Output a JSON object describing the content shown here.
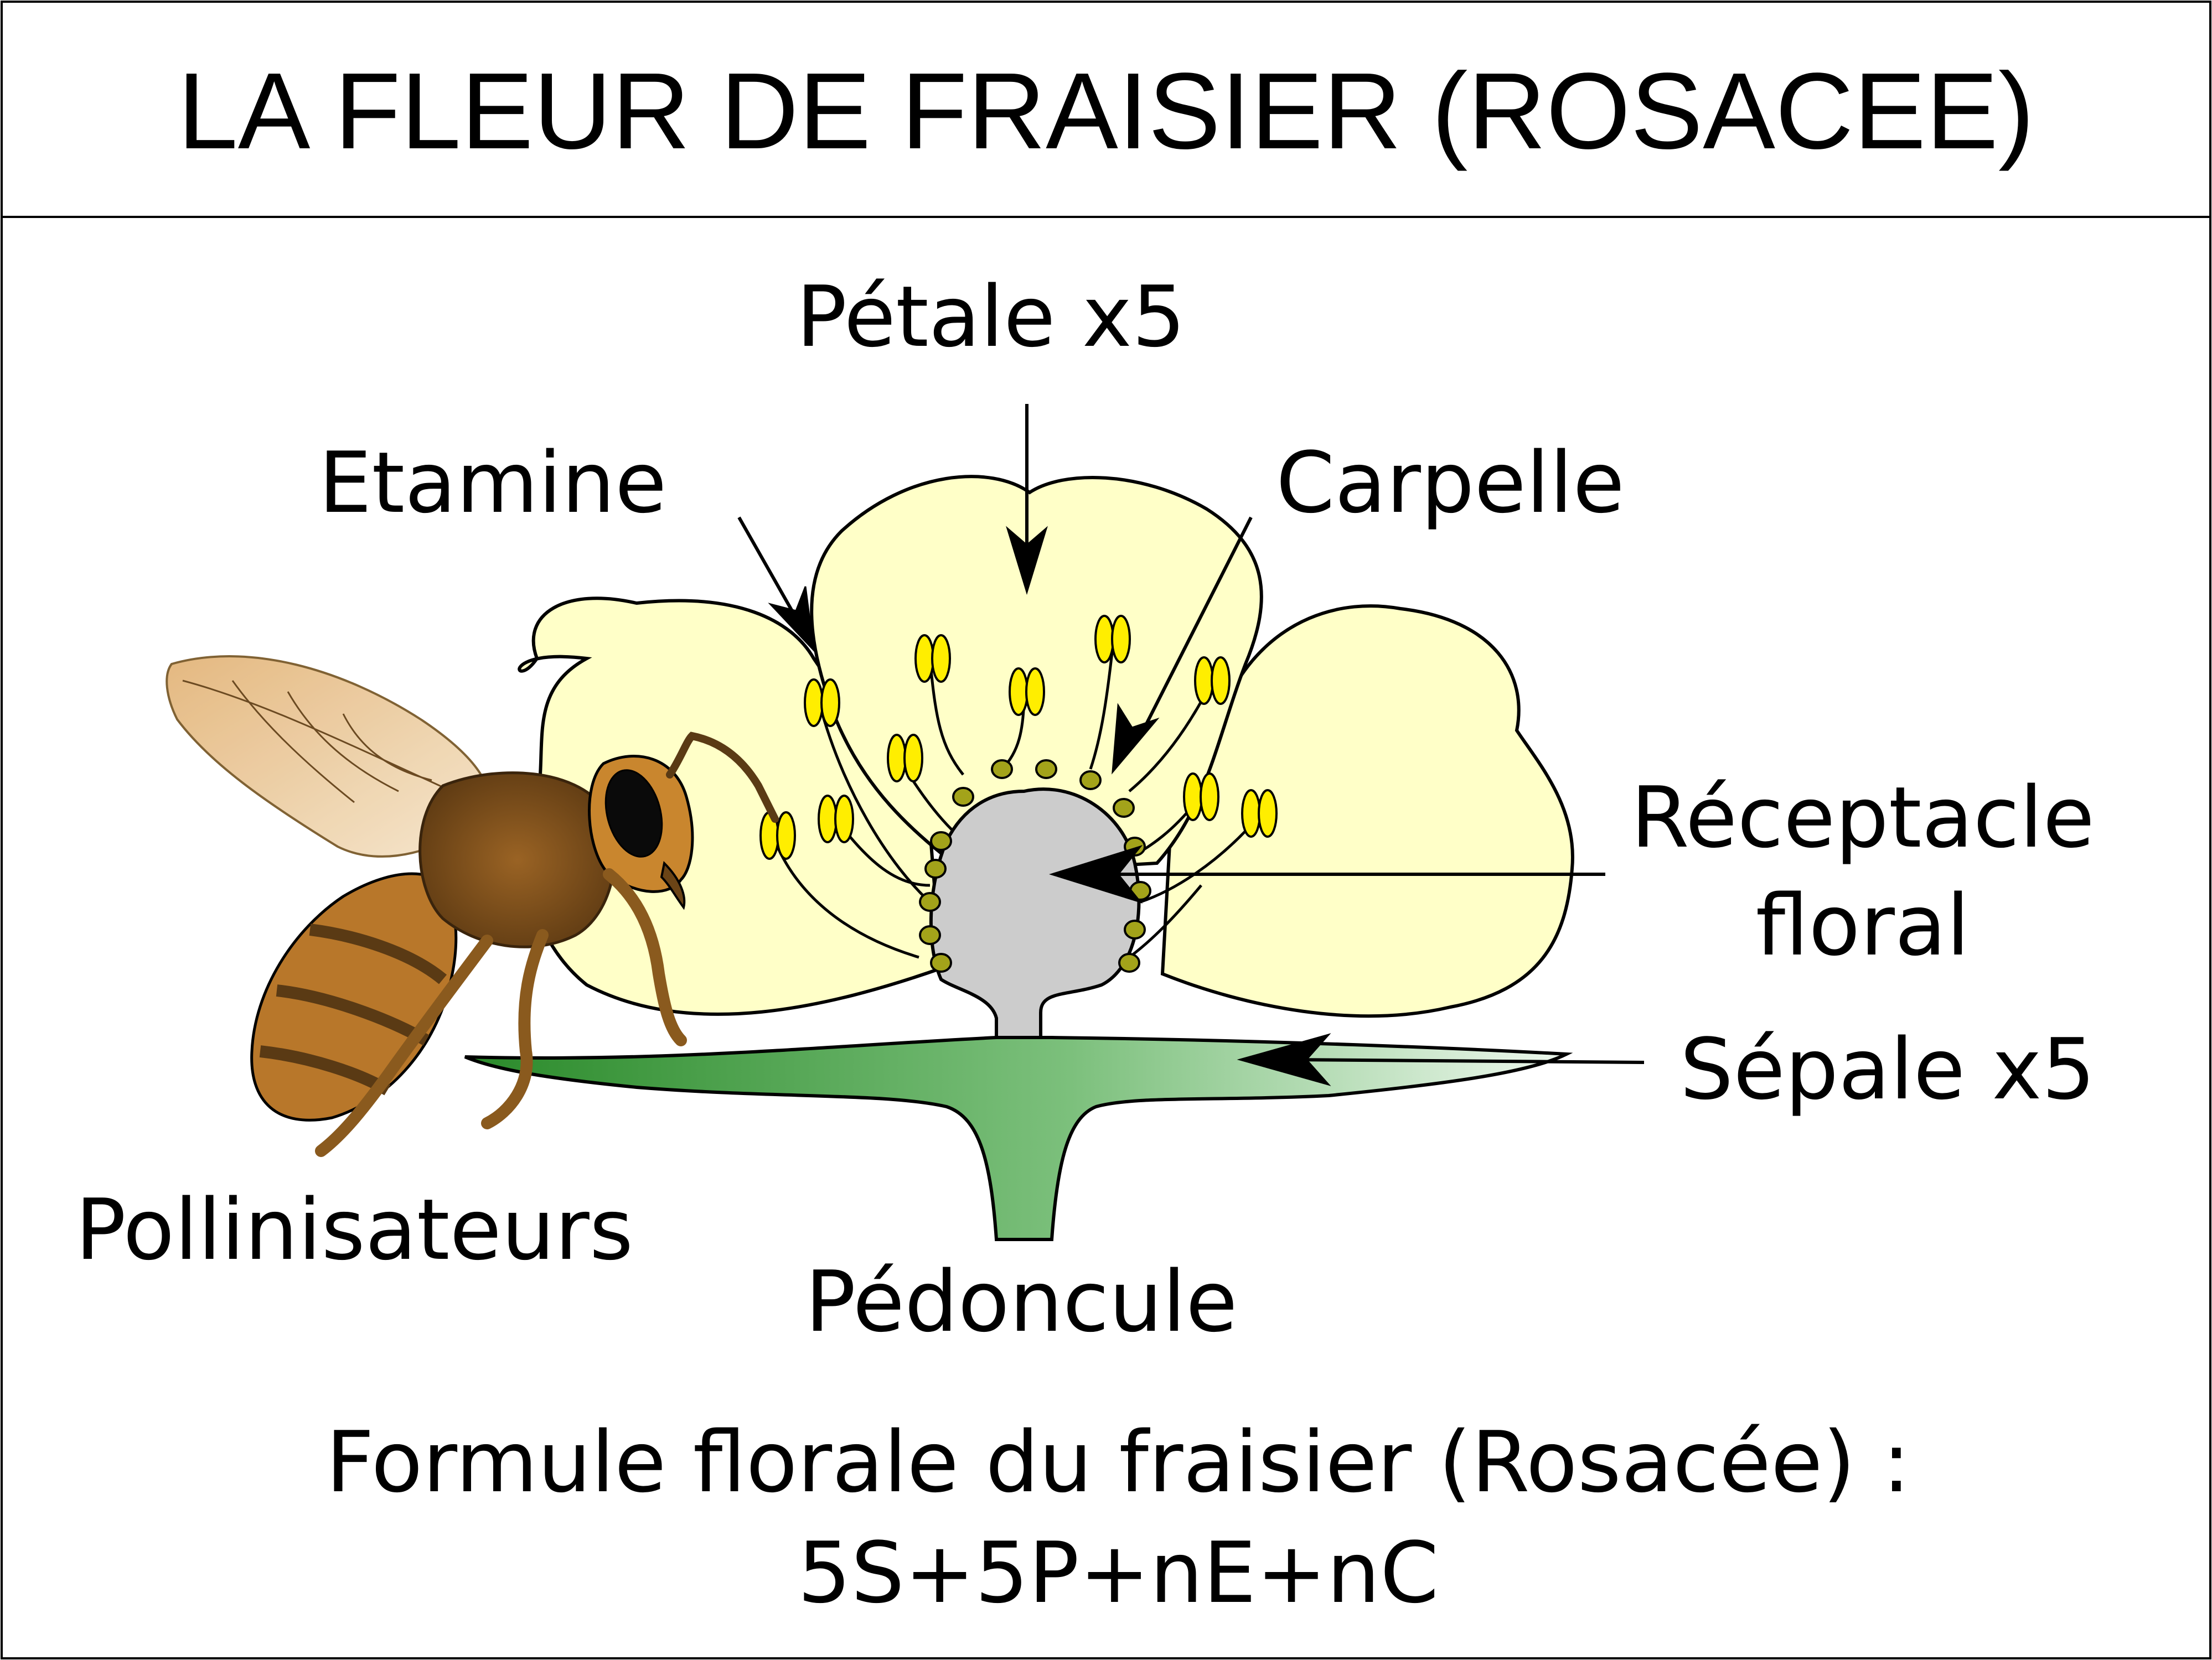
{
  "title": "LA FLEUR DE FRAISIER (ROSACEE)",
  "labels": {
    "petale": "Pétale x5",
    "etamine": "Etamine",
    "carpelle": "Carpelle",
    "receptacle_line1": "Réceptacle",
    "receptacle_line2": "floral",
    "sepale": "Sépale x5",
    "pollinisateurs": "Pollinisateurs",
    "pedoncule": "Pédoncule"
  },
  "formula": {
    "line1": "Formule florale du fraisier (Rosacée) :",
    "line2": "5S+5P+nE+nC"
  },
  "colors": {
    "petal": "#ffffc8",
    "anther": "#ffee00",
    "receptacle": "#cccccc",
    "sepal_dark": "#2e8b2e",
    "sepal_light": "#e8f5e8",
    "bee_body": "#b8772a",
    "bee_dark": "#5a3a14",
    "wing": "#e8c898"
  }
}
